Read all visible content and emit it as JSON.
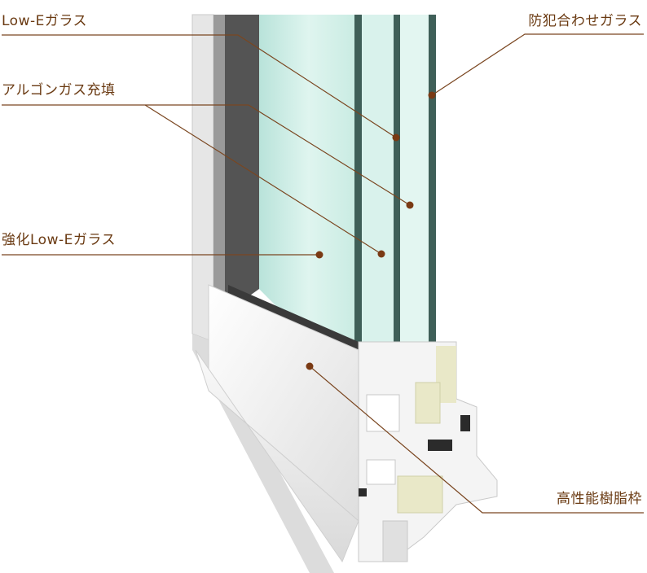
{
  "colors": {
    "label_text": "#6a3a12",
    "leader_line": "#7a4620",
    "dot": "#7a3a14",
    "glass_tint": "#cfeee6",
    "glass_edge": "#3f5f58",
    "frame_white": "#f2f2f2",
    "frame_shadow": "#bfbfbf",
    "inner_dark": "#4a4a4a",
    "insulation": "#e9e8c8"
  },
  "labels": {
    "low_e_glass": "Low-Eガラス",
    "argon_gas": "アルゴンガス充填",
    "tempered_low_e": "強化Low-Eガラス",
    "security_laminated": "防犯合わせガラス",
    "resin_frame": "高性能樹脂枠"
  }
}
